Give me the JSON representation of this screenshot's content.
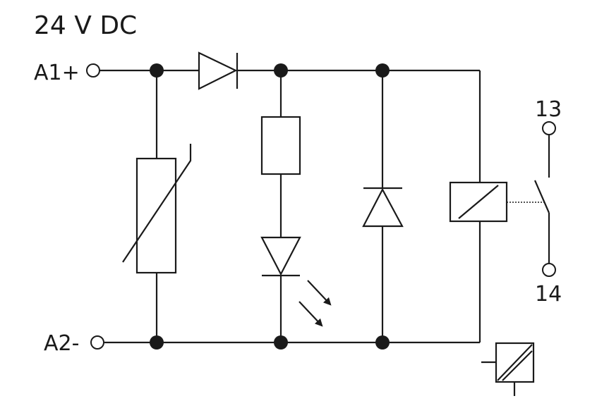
{
  "title": "24 V DC",
  "terminals": {
    "a1": "A1+",
    "a2": "A2-",
    "contact_top": "13",
    "contact_bottom": "14"
  }
}
